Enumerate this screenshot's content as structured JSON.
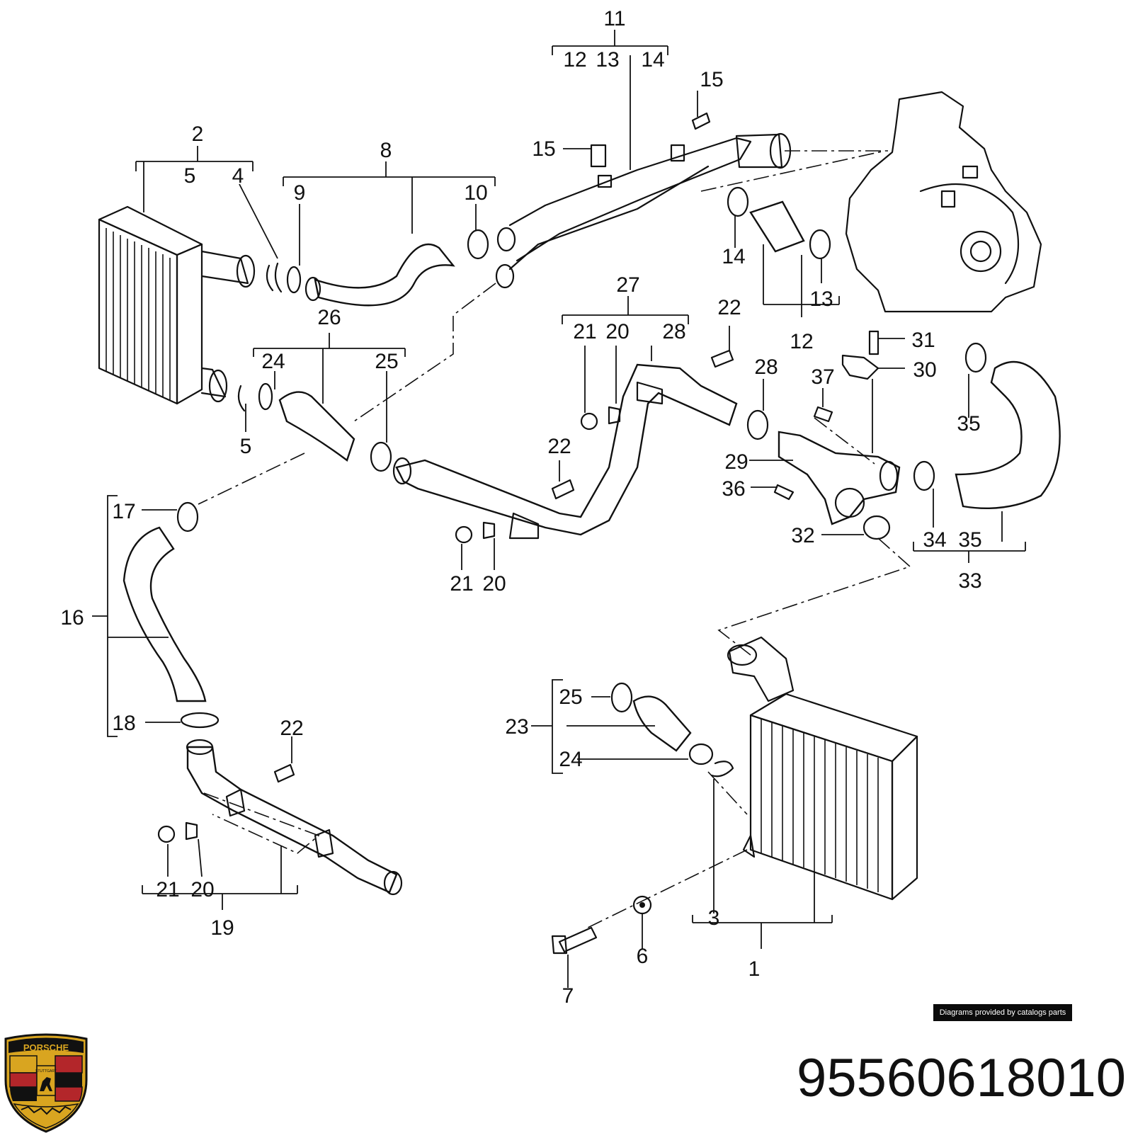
{
  "diagram": {
    "callouts": [
      {
        "id": "c1",
        "text": "1"
      },
      {
        "id": "c2",
        "text": "2"
      },
      {
        "id": "c3",
        "text": "3"
      },
      {
        "id": "c4",
        "text": "4"
      },
      {
        "id": "c5a",
        "text": "5"
      },
      {
        "id": "c5b",
        "text": "5"
      },
      {
        "id": "c6",
        "text": "6"
      },
      {
        "id": "c7",
        "text": "7"
      },
      {
        "id": "c8",
        "text": "8"
      },
      {
        "id": "c9",
        "text": "9"
      },
      {
        "id": "c10",
        "text": "10"
      },
      {
        "id": "c11",
        "text": "11"
      },
      {
        "id": "c12a",
        "text": "12"
      },
      {
        "id": "c13a",
        "text": "13"
      },
      {
        "id": "c14a",
        "text": "14"
      },
      {
        "id": "c15a",
        "text": "15"
      },
      {
        "id": "c15b",
        "text": "15"
      },
      {
        "id": "c14b",
        "text": "14"
      },
      {
        "id": "c13b",
        "text": "13"
      },
      {
        "id": "c12b",
        "text": "12"
      },
      {
        "id": "c16",
        "text": "16"
      },
      {
        "id": "c17",
        "text": "17"
      },
      {
        "id": "c18",
        "text": "18"
      },
      {
        "id": "c19",
        "text": "19"
      },
      {
        "id": "c20a",
        "text": "20"
      },
      {
        "id": "c20b",
        "text": "20"
      },
      {
        "id": "c20c",
        "text": "20"
      },
      {
        "id": "c21a",
        "text": "21"
      },
      {
        "id": "c21b",
        "text": "21"
      },
      {
        "id": "c21c",
        "text": "21"
      },
      {
        "id": "c22a",
        "text": "22"
      },
      {
        "id": "c22b",
        "text": "22"
      },
      {
        "id": "c22c",
        "text": "22"
      },
      {
        "id": "c23",
        "text": "23"
      },
      {
        "id": "c24a",
        "text": "24"
      },
      {
        "id": "c24b",
        "text": "24"
      },
      {
        "id": "c25a",
        "text": "25"
      },
      {
        "id": "c25b",
        "text": "25"
      },
      {
        "id": "c26",
        "text": "26"
      },
      {
        "id": "c27",
        "text": "27"
      },
      {
        "id": "c28a",
        "text": "28"
      },
      {
        "id": "c28b",
        "text": "28"
      },
      {
        "id": "c29",
        "text": "29"
      },
      {
        "id": "c30",
        "text": "30"
      },
      {
        "id": "c31",
        "text": "31"
      },
      {
        "id": "c32",
        "text": "32"
      },
      {
        "id": "c33",
        "text": "33"
      },
      {
        "id": "c34",
        "text": "34"
      },
      {
        "id": "c35a",
        "text": "35"
      },
      {
        "id": "c35b",
        "text": "35"
      },
      {
        "id": "c36",
        "text": "36"
      },
      {
        "id": "c37",
        "text": "37"
      }
    ],
    "credit": "Diagrams provided by catalogs parts",
    "part_number": "95560618010",
    "logo": {
      "name": "porsche-crest-icon",
      "wordmark": "PORSCHE",
      "city": "STUTTGART",
      "colors": {
        "gold": "#d9a520",
        "red": "#b3262a",
        "black": "#111111"
      }
    }
  }
}
